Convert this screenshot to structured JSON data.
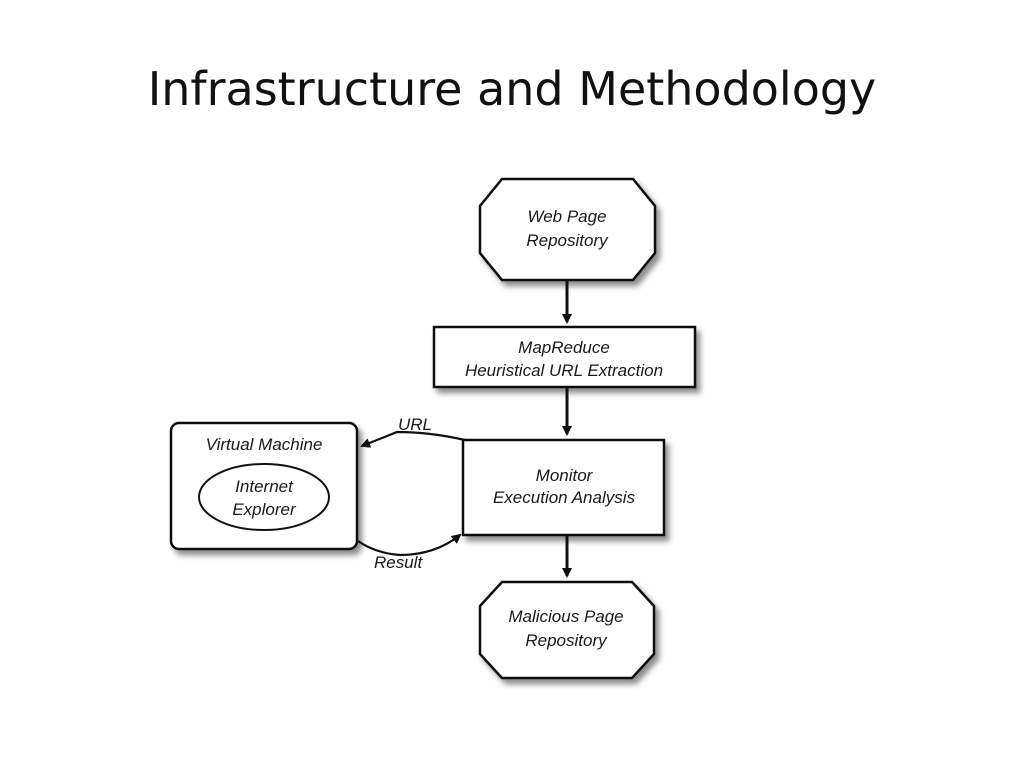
{
  "slide": {
    "title": "Infrastructure and Methodology"
  },
  "diagram": {
    "nodes": {
      "web_repo": {
        "line1": "Web Page",
        "line2": "Repository"
      },
      "mapreduce": {
        "line1": "MapReduce",
        "line2": "Heuristical URL Extraction"
      },
      "monitor": {
        "line1": "Monitor",
        "line2": "Execution Analysis"
      },
      "vm": {
        "label": "Virtual Machine"
      },
      "ie": {
        "line1": "Internet",
        "line2": "Explorer"
      },
      "malicious_repo": {
        "line1": "Malicious Page",
        "line2": "Repository"
      }
    },
    "edges": {
      "url": "URL",
      "result": "Result"
    }
  }
}
